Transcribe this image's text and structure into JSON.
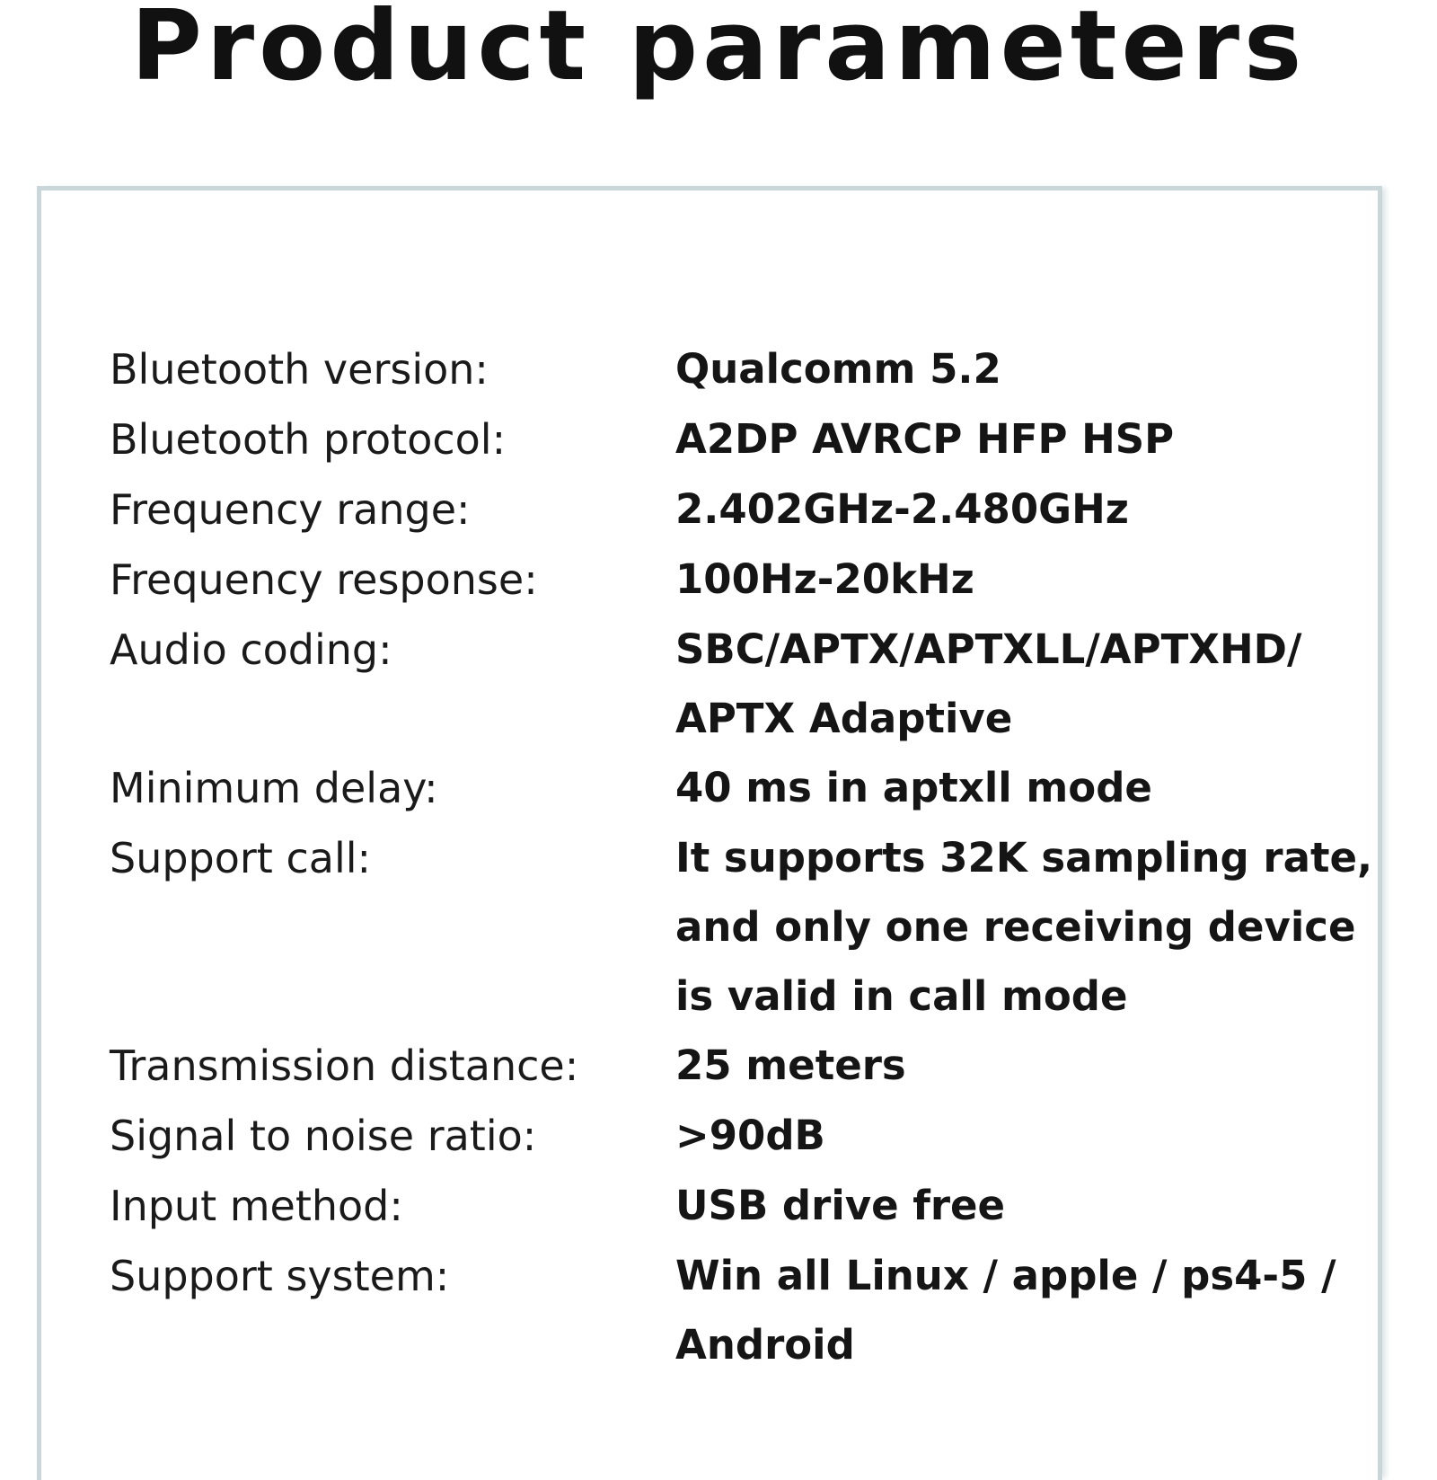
{
  "title": "Product parameters",
  "specs": [
    {
      "label": "Bluetooth version:",
      "value": [
        "Qualcomm 5.2"
      ]
    },
    {
      "label": "Bluetooth protocol:",
      "value": [
        "A2DP AVRCP HFP HSP"
      ]
    },
    {
      "label": "Frequency range:",
      "value": [
        "2.402GHz-2.480GHz"
      ]
    },
    {
      "label": "Frequency response:",
      "value": [
        "100Hz-20kHz"
      ]
    },
    {
      "label": "Audio coding:",
      "value": [
        "SBC/APTX/APTXLL/APTXHD/",
        "APTX Adaptive"
      ]
    },
    {
      "label": "Minimum delay:",
      "value": [
        "40 ms in aptxll mode"
      ]
    },
    {
      "label": "Support call:",
      "value": [
        "It supports 32K sampling rate,",
        "and only one receiving device",
        "is valid in call mode"
      ]
    },
    {
      "label": "Transmission distance:",
      "value": [
        "25 meters"
      ]
    },
    {
      "label": "Signal to noise ratio:",
      "value": [
        ">90dB"
      ]
    },
    {
      "label": "Input method:",
      "value": [
        "USB drive free"
      ]
    },
    {
      "label": "Support system:",
      "value": [
        "Win all Linux / apple / ps4-5 /",
        "Android"
      ]
    }
  ]
}
